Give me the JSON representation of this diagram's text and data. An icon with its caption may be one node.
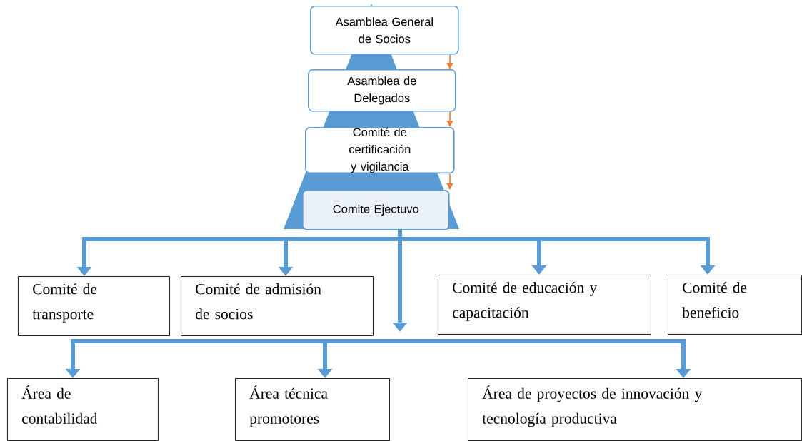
{
  "diagram": {
    "nodes": [
      {
        "text": [
          "Asamblea General de Socios"
        ]
      },
      {
        "text": [
          "Asamblea de Delegados"
        ]
      },
      {
        "text": [
          "Comité de certificación y vigilancia"
        ]
      },
      {
        "text": [
          "Comite Ejectuvo"
        ]
      },
      {
        "text": [
          "Comité de transporte"
        ]
      },
      {
        "text": [
          "Comité de admisión de socios"
        ]
      },
      {
        "text": [
          "Comité de educación y capacitación"
        ]
      },
      {
        "text": [
          "Comité de beneficio"
        ]
      },
      {
        "text": [
          "Área de contabilidad"
        ]
      },
      {
        "text": [
          "Área técnica promotores"
        ]
      },
      {
        "text": [
          "Área de proyectos  de innovación y tecnología productiva"
        ]
      }
    ],
    "edges": [
      {
        "from": 0,
        "to": 1,
        "arrow": "to",
        "color": "#ed7d31"
      },
      {
        "from": 1,
        "to": 2,
        "arrow": "to",
        "color": "#ed7d31"
      },
      {
        "from": 2,
        "to": 3,
        "arrow": "to",
        "color": "#ed7d31"
      },
      {
        "from": 3,
        "to": 4,
        "arrow": "to"
      },
      {
        "from": 3,
        "to": 5,
        "arrow": "to"
      },
      {
        "from": 3,
        "to": null,
        "arrow": "to"
      },
      {
        "from": 3,
        "to": 6,
        "arrow": "to"
      },
      {
        "from": 3,
        "to": 7,
        "arrow": "to"
      },
      {
        "from": null,
        "to": 8,
        "arrow": "to"
      },
      {
        "from": null,
        "to": 9,
        "arrow": "to"
      },
      {
        "from": null,
        "to": 10,
        "arrow": "to"
      }
    ]
  }
}
